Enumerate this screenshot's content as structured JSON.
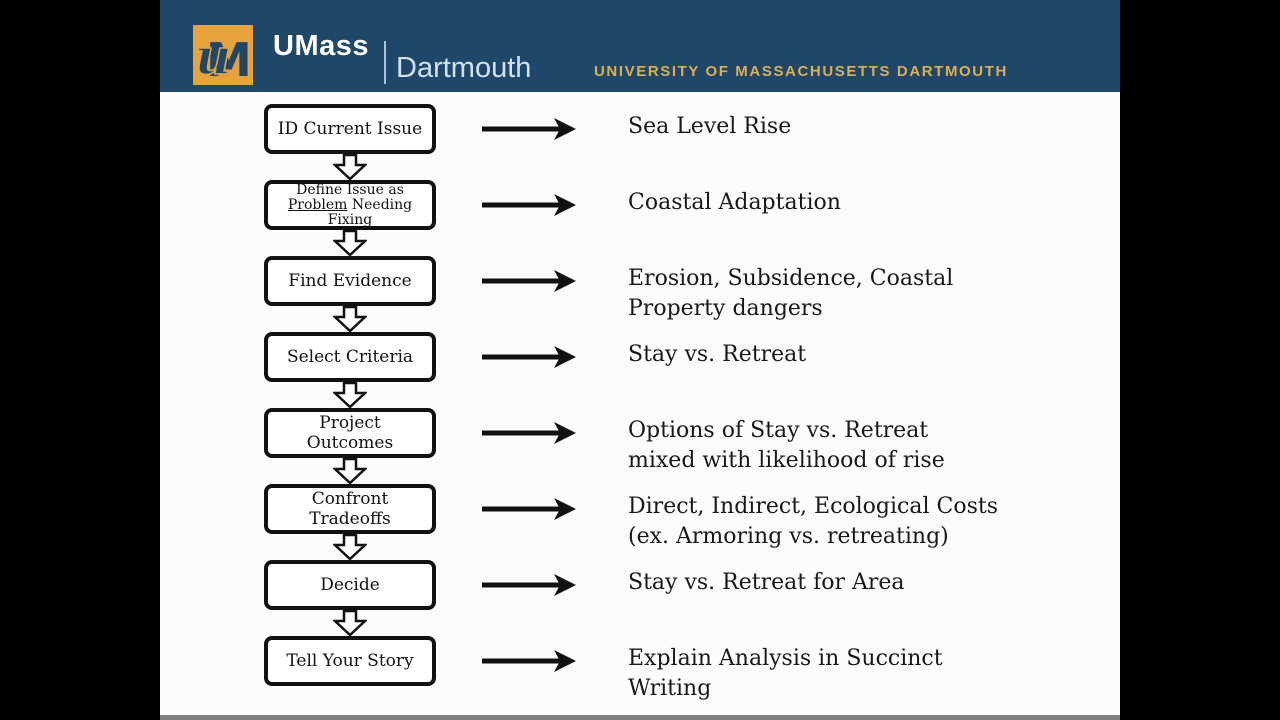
{
  "header": {
    "brand": "UMass",
    "campus": "Dartmouth",
    "tagline": "UNIVERSITY OF MASSACHUSETTS DARTMOUTH"
  },
  "colors": {
    "header_bg": "#1e4769",
    "logo_gold": "#e6a33c",
    "tagline_gold": "#dfaf4c",
    "campus_blue": "#cfe2f3",
    "box_border": "#111111",
    "text": "#181818"
  },
  "flowchart": {
    "steps": [
      {
        "box_pre": "ID Current Issue",
        "box_u": "",
        "box_post": "",
        "small": false,
        "result": "Sea Level Rise"
      },
      {
        "box_pre": "Define Issue as ",
        "box_u": "Problem",
        "box_post": " Needing Fixing",
        "small": true,
        "result": "Coastal Adaptation"
      },
      {
        "box_pre": "Find Evidence",
        "box_u": "",
        "box_post": "",
        "small": false,
        "result": "Erosion, Subsidence, Coastal\nProperty dangers"
      },
      {
        "box_pre": "Select Criteria",
        "box_u": "",
        "box_post": "",
        "small": false,
        "result": "Stay vs. Retreat"
      },
      {
        "box_pre": "Project Outcomes",
        "box_u": "",
        "box_post": "",
        "small": false,
        "result": "Options of Stay vs. Retreat\nmixed with likelihood of rise"
      },
      {
        "box_pre": "Confront Tradeoffs",
        "box_u": "",
        "box_post": "",
        "small": false,
        "result": "Direct, Indirect, Ecological Costs\n(ex. Armoring vs. retreating)"
      },
      {
        "box_pre": "Decide",
        "box_u": "",
        "box_post": "",
        "small": false,
        "result": "Stay vs. Retreat for Area"
      },
      {
        "box_pre": "Tell Your Story",
        "box_u": "",
        "box_post": "",
        "small": false,
        "result": "Explain Analysis in Succinct\nWriting"
      }
    ]
  }
}
